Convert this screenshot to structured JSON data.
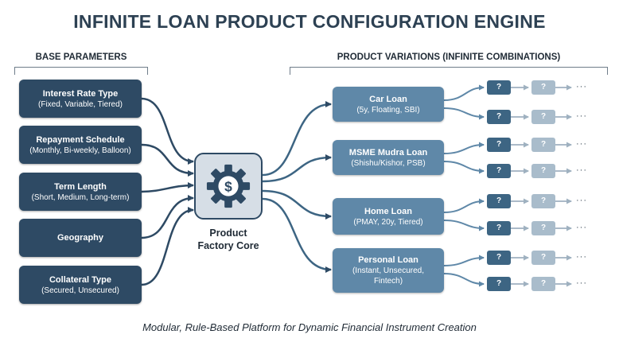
{
  "title": "INFINITE LOAN PRODUCT CONFIGURATION ENGINE",
  "base_section": {
    "heading": "BASE PARAMETERS"
  },
  "variations_section": {
    "heading": "PRODUCT VARIATIONS (INFINITE COMBINATIONS)"
  },
  "parameters": [
    {
      "title": "Interest Rate Type",
      "sub": "(Fixed, Variable, Tiered)"
    },
    {
      "title": "Repayment Schedule",
      "sub": "(Monthly, Bi-weekly, Balloon)"
    },
    {
      "title": "Term Length",
      "sub": "(Short, Medium, Long-term)"
    },
    {
      "title": "Geography",
      "sub": ""
    },
    {
      "title": "Collateral Type",
      "sub": "(Secured, Unsecured)"
    }
  ],
  "core": {
    "line1": "Product",
    "line2": "Factory Core",
    "icon": "gear-dollar-icon"
  },
  "products": [
    {
      "title": "Car Loan",
      "sub": "(5y, Floating, SBI)"
    },
    {
      "title": "MSME Mudra Loan",
      "sub": "(Shishu/Kishor, PSB)"
    },
    {
      "title": "Home Loan",
      "sub": "(PMAY, 20y, Tiered)"
    },
    {
      "title": "Personal Loan",
      "sub": "(Instant, Unsecured, Fintech)"
    }
  ],
  "placeholder": {
    "symbol": "?",
    "ellipsis": "···"
  },
  "footer": "Modular, Rule-Based Platform for Dynamic Financial Instrument Creation",
  "colors": {
    "title": "#2d4153",
    "param_box": "#2e4a64",
    "product_box": "#5f88a8",
    "placeholder_dark": "#3d6583",
    "placeholder_light": "#a9bccb",
    "core_fill": "#d6dee6"
  }
}
